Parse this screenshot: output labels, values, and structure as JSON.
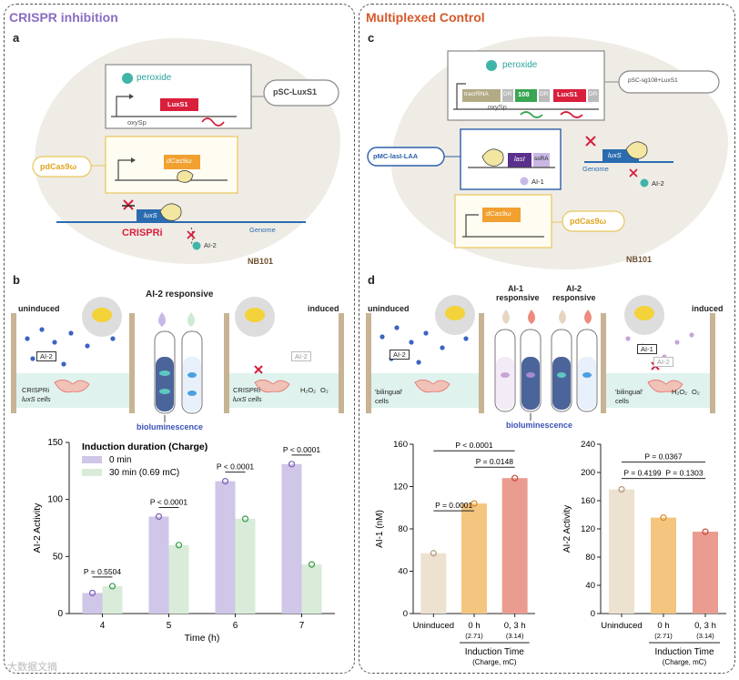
{
  "left": {
    "title": "CRISPR inhibition",
    "a_label": "a",
    "b_label": "b",
    "a": {
      "peroxide": "peroxide",
      "oxysp": "oxySp",
      "luxs1": "LuxS1",
      "psc": "pSC-LuxS1",
      "pdcas": "pdCas9ω",
      "dcas": "dCas9ω",
      "luxs": "luxS",
      "crispri": "CRISPRi",
      "genome": "Genome",
      "ai2": "AI-2",
      "nb": "NB101"
    },
    "b": {
      "responsive": "AI-2 responsive",
      "uninduced": "uninduced",
      "induced": "induced",
      "ai2_left": "AI-2",
      "ai2_right": "AI-2",
      "cells_left": "CRISPRi",
      "cells_left2": "luxS cells",
      "cells_right": "CRISPRi",
      "cells_right2": "luxS cells",
      "h2o2": "H₂O₂",
      "o2": "O₂",
      "biolum": "bioluminescence"
    }
  },
  "right": {
    "title": "Multiplexed Control",
    "c_label": "c",
    "d_label": "d",
    "c": {
      "peroxide": "peroxide",
      "tracr": "tracrRNA",
      "dr": "DR",
      "sg108": "108",
      "luxs1": "LuxS1",
      "oxysp": "oxySp",
      "psc": "pSC-sg108+LuxS1",
      "pmc": "pMC-lasI-LAA",
      "lasi": "lasI",
      "ssra": "ssRA",
      "ai1": "AI-1",
      "luxs": "luxS",
      "genome": "Genome",
      "ai2": "AI-2",
      "dcas": "dCas9ω",
      "pdcas": "pdCas9ω",
      "nb": "NB101"
    },
    "d": {
      "ai1_resp": "AI-1",
      "ai1_resp2": "responsive",
      "ai2_resp": "AI-2",
      "ai2_resp2": "responsive",
      "uninduced": "uninduced",
      "induced": "induced",
      "ai2_left": "AI-2",
      "ai1_right": "AI-1",
      "ai2_right": "AI-2",
      "cells_left": "'bilingual'",
      "cells_left2": "cells",
      "cells_right": "'bilingual'",
      "cells_right2": "cells",
      "h2o2": "H₂O₂",
      "o2": "O₂",
      "biolum": "bioluminescence"
    }
  },
  "watermark": "大数据文摘",
  "chart_data": [
    {
      "type": "bar",
      "title": "Induction duration (Charge)",
      "xlabel": "Time (h)",
      "ylabel": "AI-2 Activity",
      "categories": [
        "4",
        "5",
        "6",
        "7"
      ],
      "ylim": [
        0,
        150
      ],
      "yticks": [
        0,
        50,
        100,
        150
      ],
      "series": [
        {
          "name": "0 min",
          "color": "#cfc6e8",
          "edge": "#7b5fb5",
          "values": [
            18,
            85,
            116,
            131
          ]
        },
        {
          "name": "30 min (0.69 mC)",
          "color": "#d9ecd9",
          "edge": "#3a9a4a",
          "values": [
            24,
            60,
            83,
            43
          ]
        }
      ],
      "pvalues": [
        "P = 0.5504",
        "P < 0.0001",
        "P < 0.0001",
        "P < 0.0001"
      ]
    },
    {
      "type": "bar",
      "ylabel": "AI-1 (nM)",
      "categories": [
        "Uninduced",
        "0 h",
        "0, 3 h"
      ],
      "sublabels": [
        "",
        "(2.71)",
        "(3.14)"
      ],
      "xlabel": "Induction Time",
      "xlabel2": "(Charge, mC)",
      "ylim": [
        0,
        160
      ],
      "yticks": [
        0,
        40,
        80,
        120,
        160
      ],
      "values": [
        57,
        104,
        128
      ],
      "colors": [
        "#ede1d0",
        "#f4c57f",
        "#ea9c90"
      ],
      "edges": [
        "#b09a80",
        "#d98a20",
        "#c9493d"
      ],
      "pvalues": [
        "P < 0.0001",
        "P = 0.0148",
        "P = 0.0001"
      ]
    },
    {
      "type": "bar",
      "ylabel": "AI-2 Activity",
      "categories": [
        "Uninduced",
        "0 h",
        "0, 3 h"
      ],
      "sublabels": [
        "",
        "(2.71)",
        "(3.14)"
      ],
      "xlabel": "Induction Time",
      "xlabel2": "(Charge, mC)",
      "ylim": [
        0,
        240
      ],
      "yticks": [
        0,
        40,
        80,
        120,
        160,
        200,
        240
      ],
      "values": [
        176,
        136,
        116
      ],
      "colors": [
        "#ede1d0",
        "#f4c57f",
        "#ea9c90"
      ],
      "edges": [
        "#b09a80",
        "#d98a20",
        "#c9493d"
      ],
      "pvalues": [
        "P = 0.0367",
        "P = 0.1303",
        "P = 0.4199"
      ]
    }
  ]
}
